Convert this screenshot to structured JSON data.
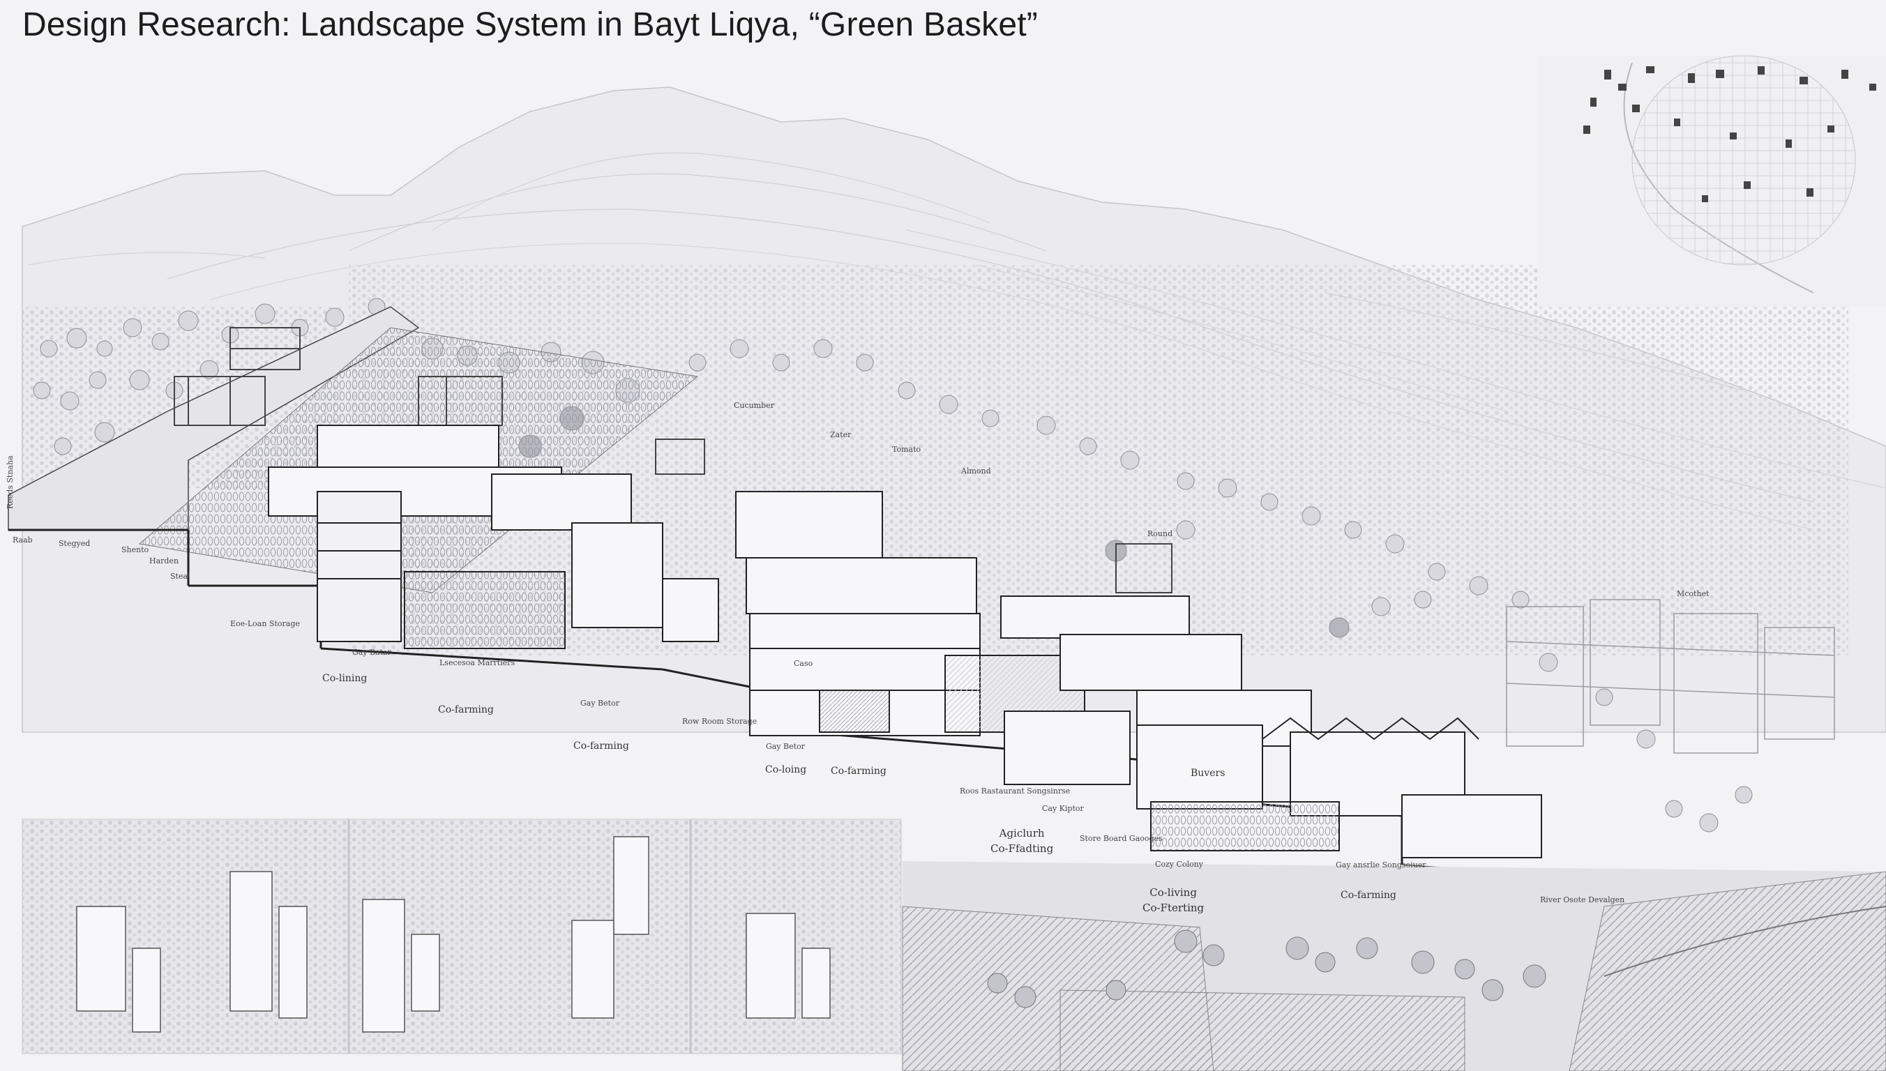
{
  "title": "Design Research: Landscape System in Bayt Liqya, “Green Basket”",
  "labels": {
    "left_edge": "Reeds Stnaha",
    "ground_1": "Raab",
    "ground_2": "Stegyed",
    "ground_3": "Shento",
    "ground_4": "Harden",
    "ground_5": "Steal",
    "cucumber": "Cucumber",
    "zater": "Zater",
    "tomato": "Tomato",
    "almond": "Almond",
    "round": "Round",
    "market": "Mcothet",
    "eco_storage": "Eoe-Loan Storage",
    "gay_batar_1": "Gay Batar",
    "landscape_marrit": "Lsecesoa Marrtiers",
    "co_living_1": "Co-lining",
    "co_farming_1": "Co-farming",
    "gay_bator_2": "Gay Betor",
    "row_room_storage": "Row Room Storage",
    "co_farming_2": "Co-farming",
    "gay_bator_3": "Gay Betor",
    "caso": "Caso",
    "co_living_2": "Co-loing",
    "co_farming_3": "Co-farming",
    "row_restaurant": "Roos Rastaurant Songsinrse",
    "cay_kiptor": "Cay Kiptor",
    "buyers": "Buvers",
    "agri_line1": "Agiclurh",
    "agri_line2": "Co-Ffadting",
    "store_board": "Store Board Gaooges",
    "cozy_colony": "Cozy Colony",
    "gay_source": "Gay ansrlie Songsoiuer",
    "co_living_3_line1": "Co-living",
    "co_living_3_line2": "Co-Fterting",
    "co_farming_4": "Co-farming",
    "river_oasis": "River Osote Devalgen"
  }
}
